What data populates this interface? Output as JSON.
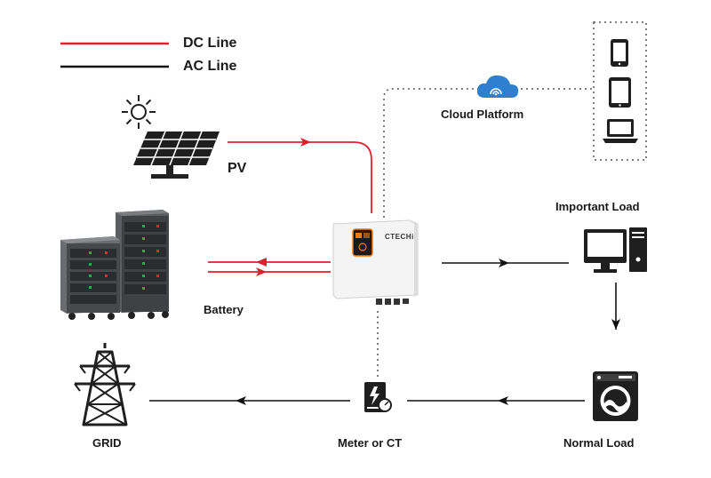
{
  "legend": {
    "dc_label": "DC Line",
    "ac_label": "AC Line",
    "dc_color": "#d9232e",
    "ac_color": "#111111"
  },
  "nodes": {
    "pv": "PV",
    "battery": "Battery",
    "cloud": "Cloud Platform",
    "important_load": "Important Load",
    "normal_load": "Normal Load",
    "meter": "Meter or CT",
    "grid": "GRID",
    "inverter_brand": "CTECHi"
  },
  "colors": {
    "inverter_accent": "#f07a10",
    "cloud": "#2f7fd0",
    "icon_dark": "#2a2a2a"
  },
  "icons": [
    "sun-icon",
    "solar-panel-icon",
    "battery-rack-icon",
    "inverter-icon",
    "cloud-icon",
    "phone-icon",
    "tablet-icon",
    "laptop-icon",
    "monitor-icon",
    "washing-machine-icon",
    "meter-icon",
    "pylon-icon"
  ]
}
